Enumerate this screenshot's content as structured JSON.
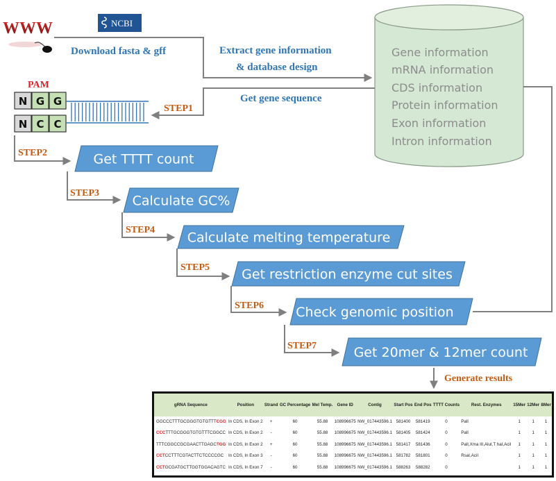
{
  "sources": {
    "www_label": "WWW",
    "ncbi_label": "NCBI",
    "download_label": "Download  fasta & gff"
  },
  "database": {
    "extract_label_line1": "Extract gene information",
    "extract_label_line2": "& database design",
    "get_sequence_label": "Get gene sequence",
    "items": [
      "Gene information",
      "mRNA information",
      "CDS information",
      "Protein information",
      "Exon information",
      "Intron information"
    ]
  },
  "pam": {
    "title": "PAM",
    "top_row": [
      "N",
      "G",
      "G"
    ],
    "bottom_row": [
      "N",
      "C",
      "C"
    ]
  },
  "steps": [
    {
      "label": "STEP1"
    },
    {
      "label": "STEP2",
      "box": "Get TTTT count"
    },
    {
      "label": "STEP3",
      "box": "Calculate GC%"
    },
    {
      "label": "STEP4",
      "box": "Calculate melting temperature"
    },
    {
      "label": "STEP5",
      "box": "Get restriction enzyme cut sites"
    },
    {
      "label": "STEP6",
      "box": "Check genomic position"
    },
    {
      "label": "STEP7",
      "box": "Get 20mer & 12mer count"
    }
  ],
  "generate_label": "Generate results",
  "colors": {
    "step_box_fill": "#5b9bd5",
    "step_label": "#c55a11",
    "blue_text": "#2e75b6",
    "cylinder_fill": "#d5e8d4",
    "pam_red": "#e02020",
    "arrow_gray": "#7f7f7f"
  },
  "table": {
    "headers": [
      "gRNA Sequence",
      "Position",
      "Strand",
      "GC Percentage",
      "Mel Temp.",
      "Gene ID",
      "Contig",
      "Start Pos",
      "End Pos",
      "TTTT Counts",
      "Rest. Enzymes",
      "15Mer",
      "12Mer",
      "8Mer"
    ],
    "rows": [
      {
        "seq_pre": "",
        "seq_main": "GGCCCTTTGCGGGTGTGTTT",
        "seq_post": "CGG",
        "position": "In CDS, In Exon 2",
        "strand": "+",
        "gc": "60",
        "mel": "55.88",
        "gene": "108996675",
        "contig": "NW_017443596.1",
        "start": "581400",
        "end": "581419",
        "tttt": "0",
        "enzymes": "PalI",
        "m15": "1",
        "m12": "1",
        "m8": "1"
      },
      {
        "seq_pre": "CCC",
        "seq_main": "TTTGCGGGTGTGTTTCGGCC",
        "seq_post": "",
        "position": "In CDS, In Exon 2",
        "strand": "-",
        "gc": "60",
        "mel": "55.88",
        "gene": "108996675",
        "contig": "NW_017443596.1",
        "start": "581405",
        "end": "581424",
        "tttt": "0",
        "enzymes": "PalI",
        "m15": "1",
        "m12": "1",
        "m8": "1"
      },
      {
        "seq_pre": "",
        "seq_main": "TTTCGGCCGCGAACTTGAGC",
        "seq_post": "TGG",
        "position": "In CDS, In Exon 2",
        "strand": "+",
        "gc": "60",
        "mel": "55.88",
        "gene": "108996675",
        "contig": "NW_017443596.1",
        "start": "581417",
        "end": "581436",
        "tttt": "0",
        "enzymes": "PalI,Xma III,AluI,T haI,AciI",
        "m15": "1",
        "m12": "1",
        "m8": "1"
      },
      {
        "seq_pre": "CCT",
        "seq_main": "CCTTTCGTACTTCTCCCCGC",
        "seq_post": "",
        "position": "In CDS, In Exon 3",
        "strand": "-",
        "gc": "60",
        "mel": "55.88",
        "gene": "108996675",
        "contig": "NW_017443596.1",
        "start": "581782",
        "end": "581801",
        "tttt": "0",
        "enzymes": "RsaI,AciI",
        "m15": "1",
        "m12": "1",
        "m8": "1"
      },
      {
        "seq_pre": "CCT",
        "seq_main": "GCGATGCTTGGTGGACAGTC",
        "seq_post": "",
        "position": "In CDS, In Exon 7",
        "strand": "-",
        "gc": "60",
        "mel": "55.88",
        "gene": "108996675",
        "contig": "NW_017443596.1",
        "start": "588263",
        "end": "588282",
        "tttt": "0",
        "enzymes": "",
        "m15": "1",
        "m12": "1",
        "m8": "1"
      }
    ]
  }
}
